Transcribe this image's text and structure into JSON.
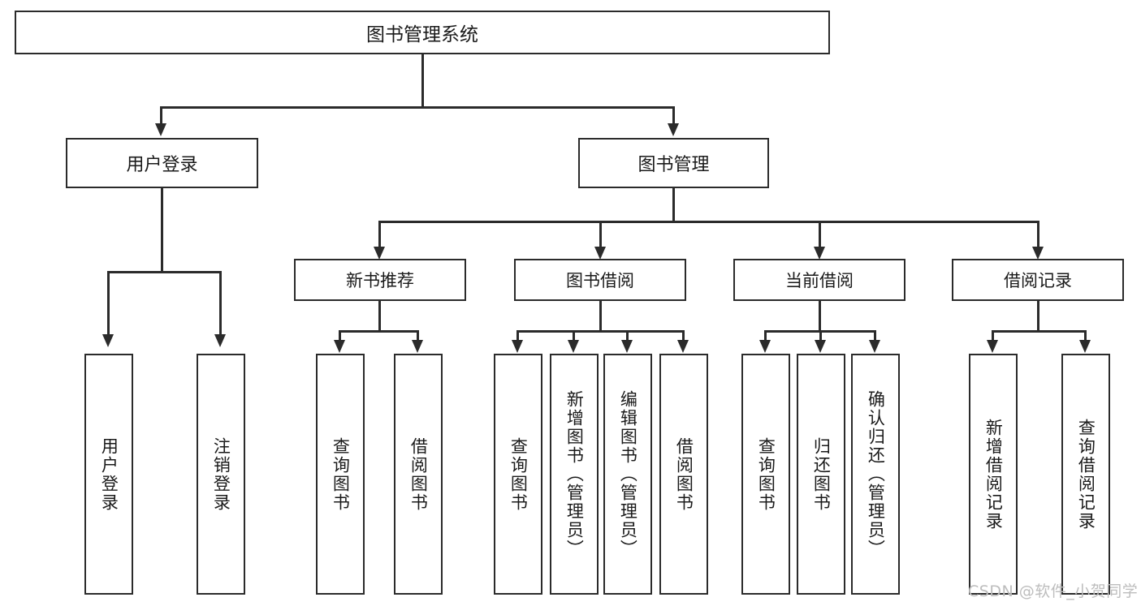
{
  "diagram": {
    "title": "图书管理系统",
    "type": "tree",
    "watermark": "CSDN @软件_小贺同学"
  },
  "nodes": {
    "root": {
      "label": "图书管理系统"
    },
    "level1": [
      {
        "label": "用户登录"
      },
      {
        "label": "图书管理"
      }
    ],
    "level2": [
      {
        "label": "新书推荐"
      },
      {
        "label": "图书借阅"
      },
      {
        "label": "当前借阅"
      },
      {
        "label": "借阅记录"
      }
    ],
    "leaves": {
      "user_login": [
        {
          "label": "用户登录"
        },
        {
          "label": "注销登录"
        }
      ],
      "new_book": [
        {
          "label": "查询图书"
        },
        {
          "label": "借阅图书"
        }
      ],
      "book_borrow": [
        {
          "label": "查询图书"
        },
        {
          "label": "新增图书（管理员）"
        },
        {
          "label": "编辑图书（管理员）"
        },
        {
          "label": "借阅图书"
        }
      ],
      "current_borrow": [
        {
          "label": "查询图书"
        },
        {
          "label": "归还图书"
        },
        {
          "label": "确认归还（管理员）"
        }
      ],
      "borrow_record": [
        {
          "label": "新增借阅记录"
        },
        {
          "label": "查询借阅记录"
        }
      ]
    }
  },
  "colors": {
    "stroke": "#2b2b2b",
    "fill": "#ffffff",
    "text": "#1a1a1a",
    "watermark": "#bdbdbd"
  }
}
